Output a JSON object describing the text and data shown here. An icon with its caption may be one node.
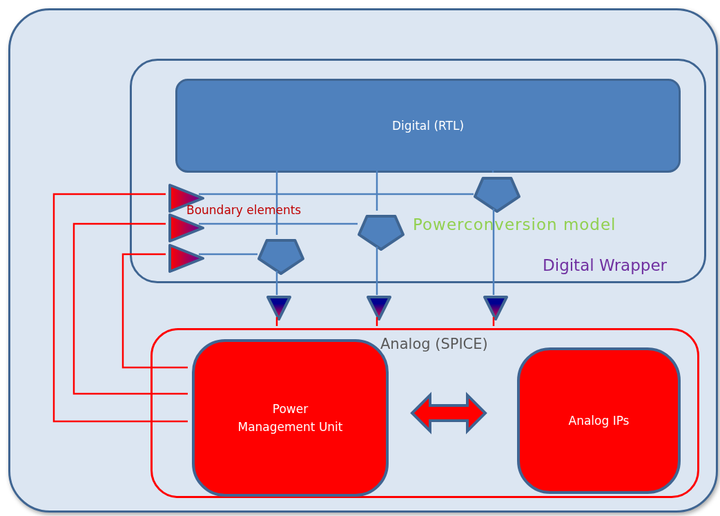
{
  "diagram": {
    "nodes": [
      {
        "text": [],
        "shape": "box"
      },
      {
        "text": [
          "Digital Wrapper"
        ],
        "in": 0
      },
      {
        "text": [
          "Digital (RTL)"
        ],
        "in": 1
      },
      {
        "text": [],
        "shape": "triangle",
        "in": 1
      },
      {
        "text": [],
        "shape": "triangle",
        "in": 1
      },
      {
        "text": [],
        "shape": "triangle",
        "in": 1
      },
      {
        "text": [],
        "shape": "pentagon",
        "in": 1
      },
      {
        "text": [],
        "shape": "pentagon",
        "in": 1
      },
      {
        "text": [],
        "shape": "pentagon",
        "in": 1
      },
      {
        "text": [],
        "shape": "triangle",
        "in": 0
      },
      {
        "text": [],
        "shape": "triangle",
        "in": 0
      },
      {
        "text": [],
        "shape": "triangle",
        "in": 0
      },
      {
        "text": [
          "Analog (SPICE)"
        ],
        "in": 0
      },
      {
        "text": [
          "Power Management Unit"
        ],
        "in": 12
      },
      {
        "text": [
          "Analog IPs"
        ],
        "in": 12
      }
    ],
    "edges": [
      {
        "from": 2,
        "to": 6,
        "arrow": "none"
      },
      {
        "from": 2,
        "to": 7,
        "arrow": "none"
      },
      {
        "from": 2,
        "to": 8,
        "arrow": "none"
      },
      {
        "from": 3,
        "to": 8,
        "arrow": "none"
      },
      {
        "from": 4,
        "to": 7,
        "arrow": "none"
      },
      {
        "from": 5,
        "to": 6,
        "arrow": "none"
      },
      {
        "from": 6,
        "to": 9,
        "arrow": "none"
      },
      {
        "from": 7,
        "to": 10,
        "arrow": "none"
      },
      {
        "from": 8,
        "to": 11,
        "arrow": "none"
      },
      {
        "from": 9,
        "to": 12,
        "arrow": "none",
        "color": "#ff0000"
      },
      {
        "from": 10,
        "to": 12,
        "arrow": "none",
        "color": "#ff0000"
      },
      {
        "from": 11,
        "to": 12,
        "arrow": "none",
        "color": "#ff0000"
      },
      {
        "from": 13,
        "to": 3,
        "arrow": "none",
        "color": "#ff0000"
      },
      {
        "from": 13,
        "to": 4,
        "arrow": "none",
        "color": "#ff0000"
      },
      {
        "from": 13,
        "to": 5,
        "arrow": "none",
        "color": "#ff0000"
      },
      {
        "from": 13,
        "to": 14,
        "arrow": "both",
        "style": "thick",
        "color": "#ff0000"
      }
    ],
    "labels": [
      "Boundary elements",
      "Powerconversion model"
    ]
  }
}
